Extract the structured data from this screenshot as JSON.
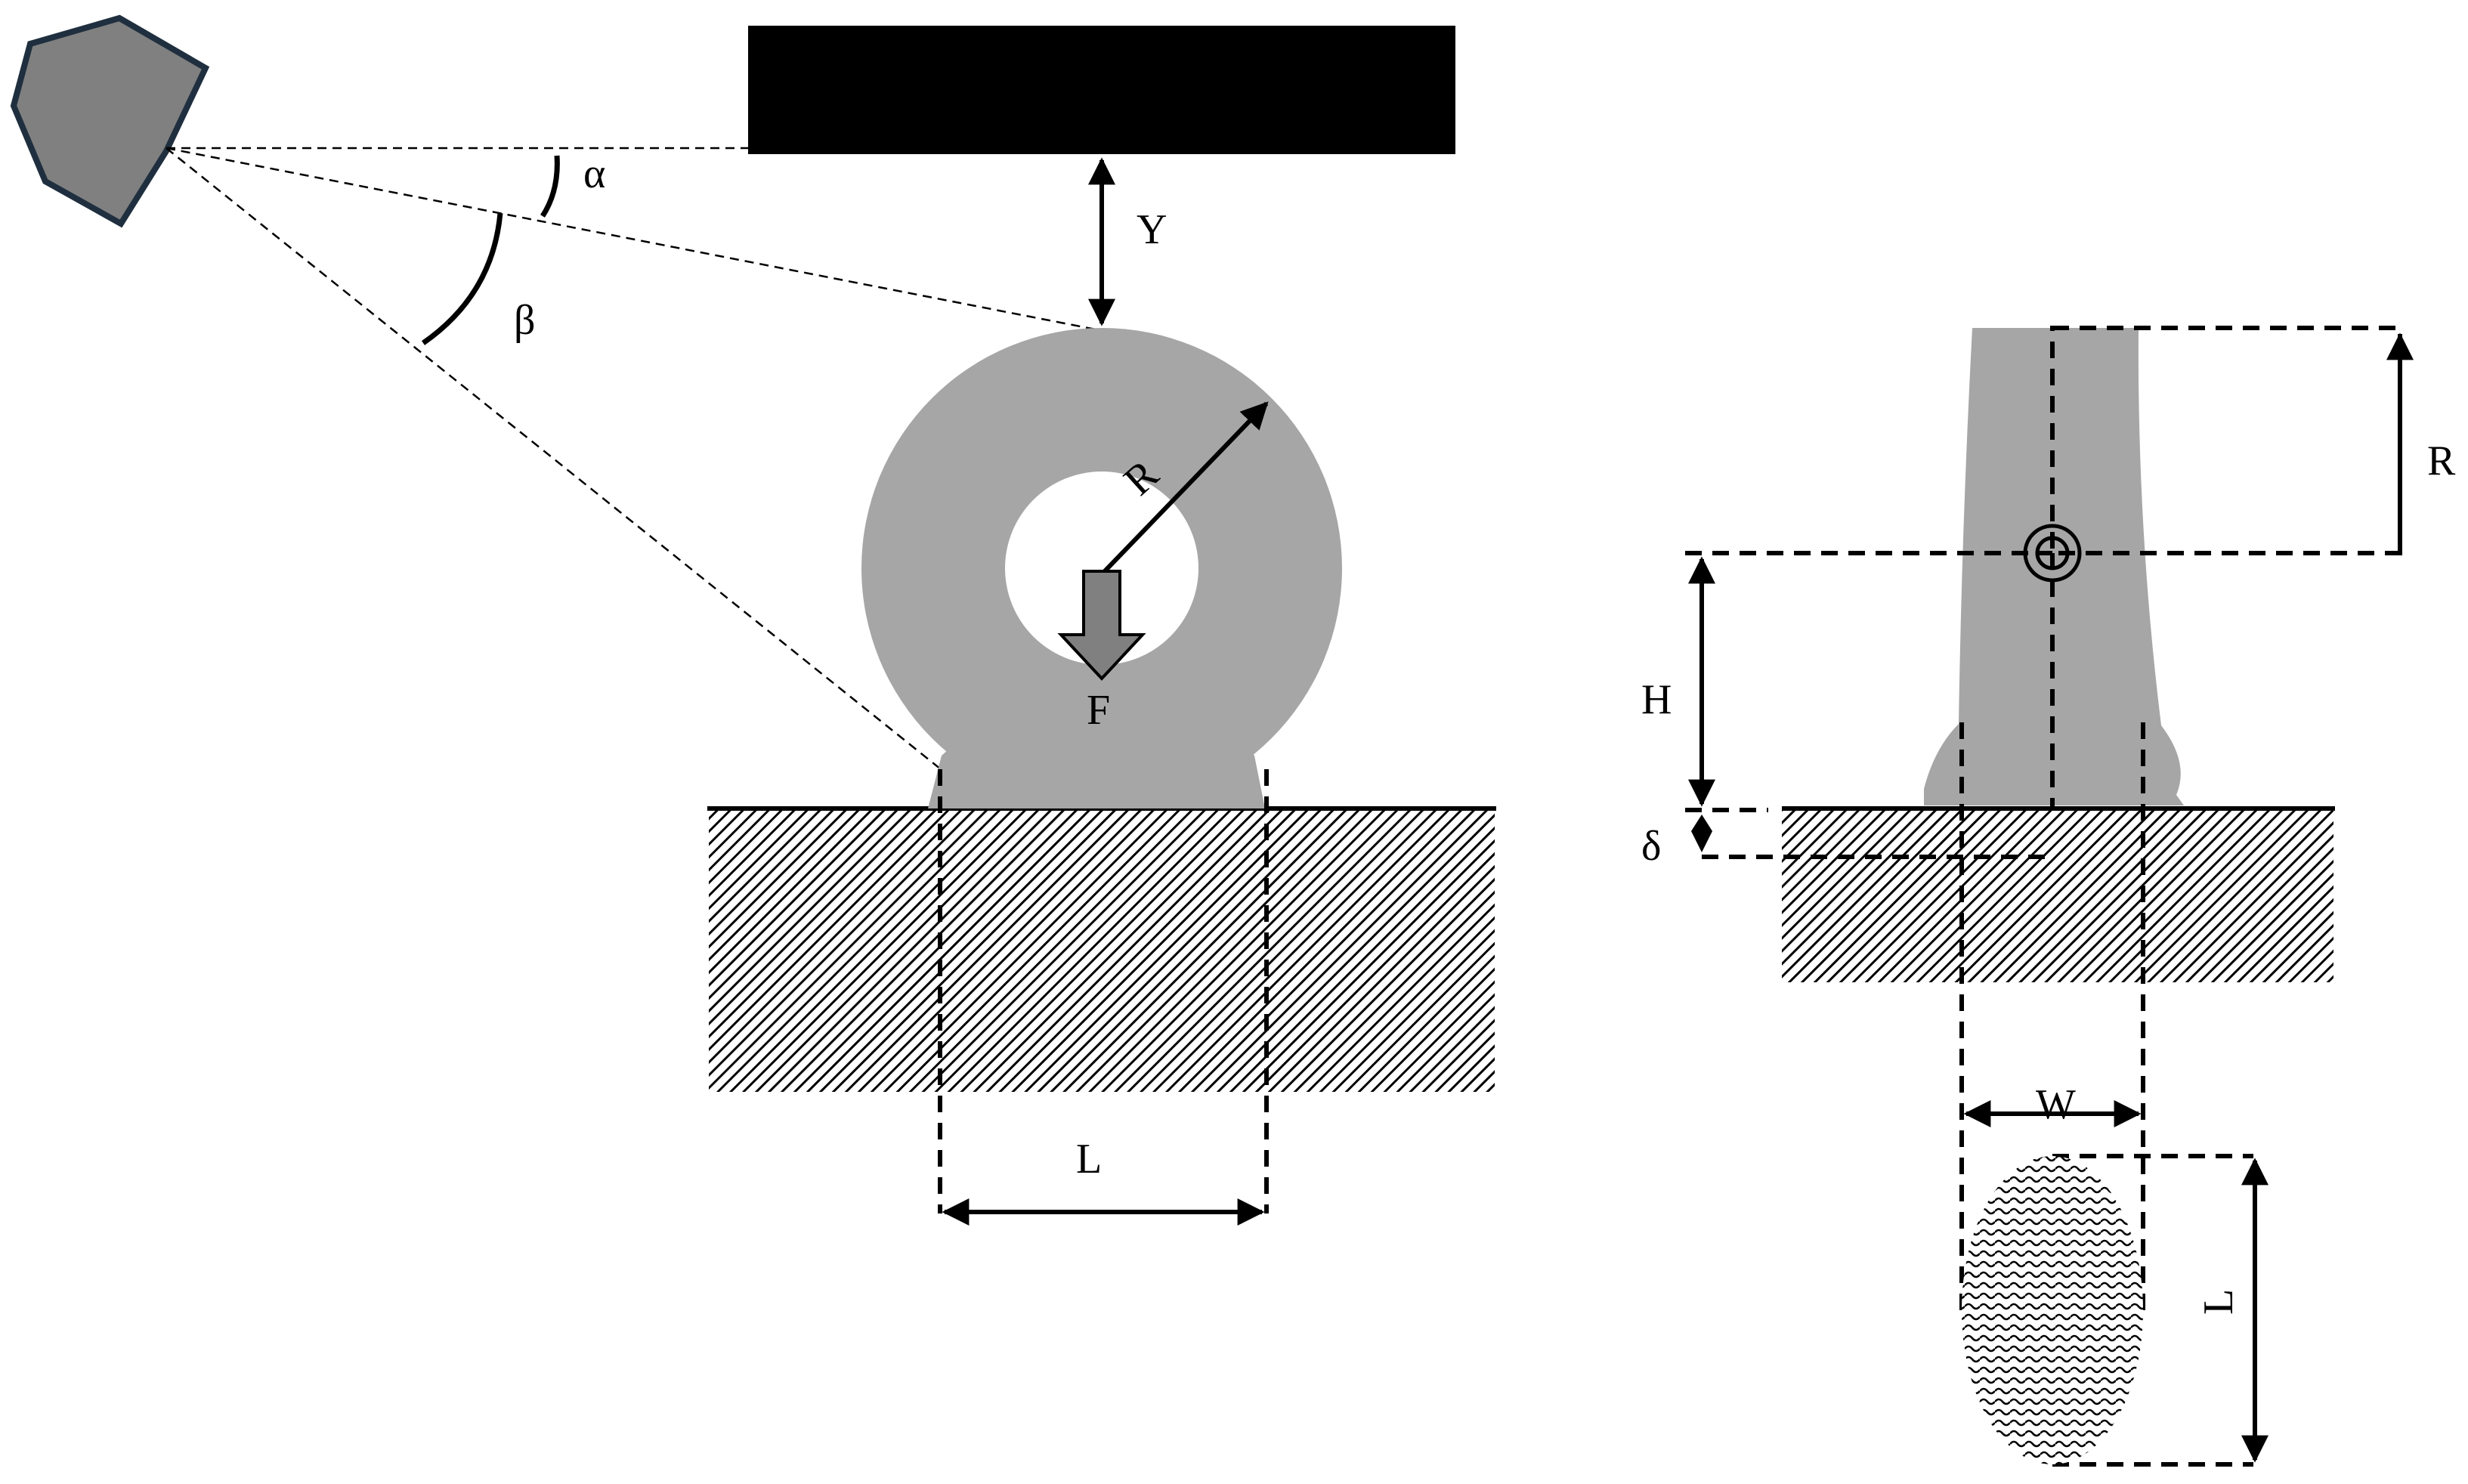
{
  "labels": {
    "alpha": "α",
    "beta": "β",
    "Y": "Y",
    "R_front": "R",
    "F": "F",
    "L_front": "L",
    "R_side": "R",
    "H": "H",
    "delta": "δ",
    "W": "W",
    "L_side": "L"
  },
  "colors": {
    "tire": "#a6a6a6",
    "camera": "#808080",
    "camera_outline": "#1f2f3f",
    "sensor_bar": "#000000",
    "ground_hatch": "#000000",
    "force_arrow": "#808080",
    "line": "#000000"
  },
  "icons": {
    "camera": "camera-icon",
    "force": "down-arrow-icon",
    "axle": "axle-center-icon"
  }
}
